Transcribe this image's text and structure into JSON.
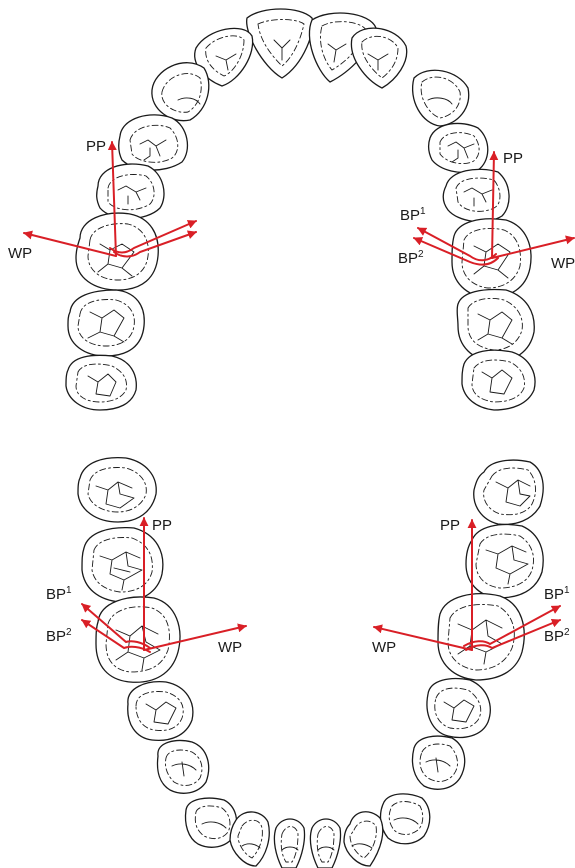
{
  "accent_color": "#d91f26",
  "labels": {
    "upper_left": {
      "pp": "PP",
      "wp": "WP"
    },
    "upper_right": {
      "pp": "PP",
      "bp1": "BP",
      "bp1_sup": "1",
      "bp2": "BP",
      "bp2_sup": "2",
      "wp": "WP"
    },
    "lower_left": {
      "pp": "PP",
      "bp1": "BP",
      "bp1_sup": "1",
      "bp2": "BP",
      "bp2_sup": "2",
      "wp": "WP"
    },
    "lower_right": {
      "pp": "PP",
      "bp1": "BP",
      "bp1_sup": "1",
      "bp2": "BP",
      "bp2_sup": "2",
      "wp": "WP"
    }
  }
}
